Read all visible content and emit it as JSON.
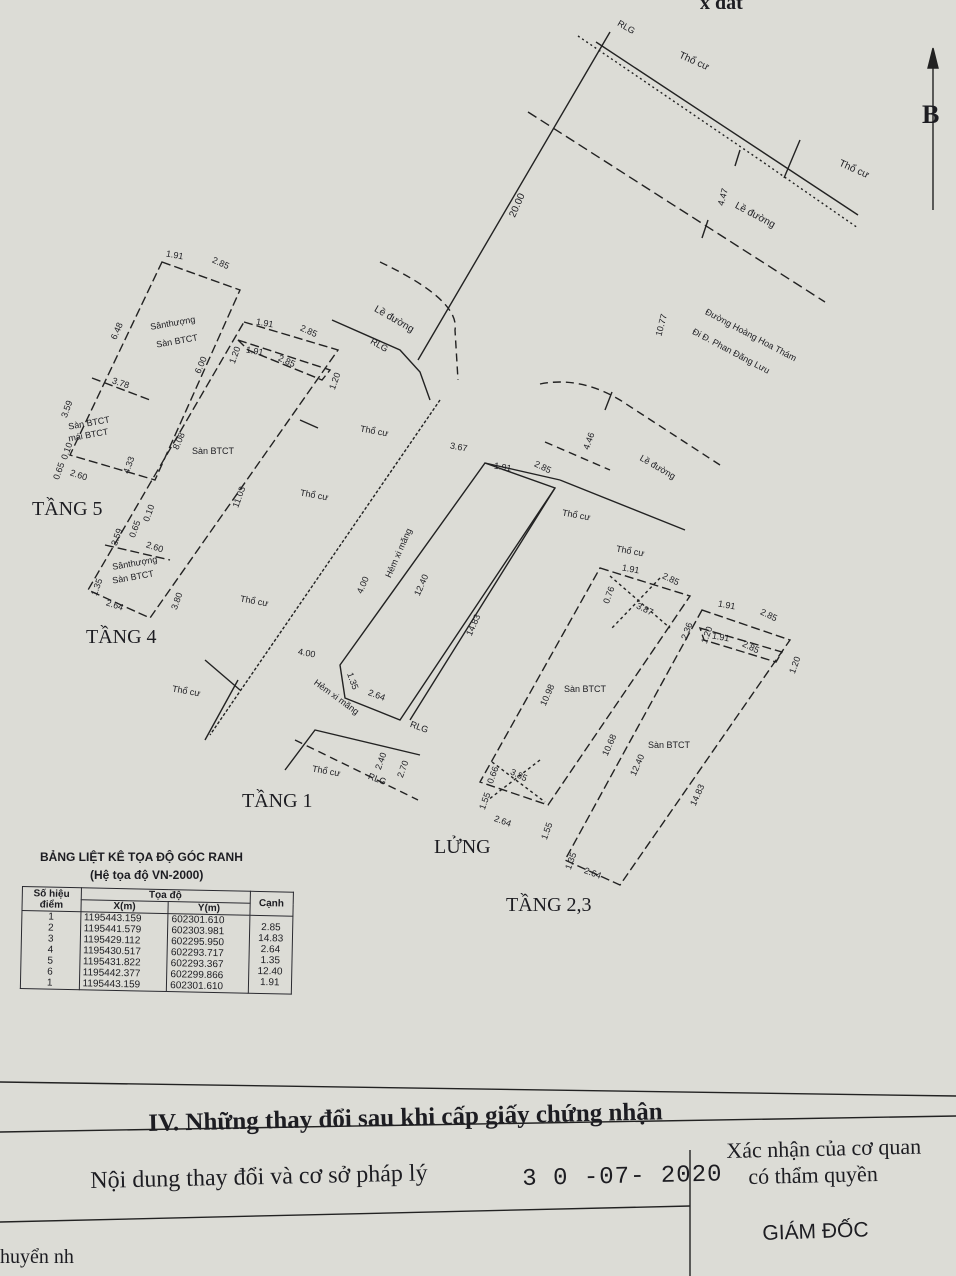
{
  "header": {
    "partial_title": "x đất"
  },
  "north_label": "B",
  "plan_labels": {
    "rlg": "RLG",
    "tho_cu": "Thổ cư",
    "le_duong": "Lề đường",
    "ham_xi_mang": "Hẻm xi măng",
    "street_line1": "Đường Hoàng Hoa Thám",
    "street_line2": "Đi Đ. Phan Đăng Lưu",
    "san_btct": "Sàn BTCT",
    "san_thuong": "Sânthượng",
    "mai_btct": "mái BTCT"
  },
  "dimensions": {
    "d20_00": "20.00",
    "d4_47": "4.47",
    "d10_77": "10.77",
    "d4_46": "4.46",
    "d3_67": "3.67",
    "d1_91": "1.91",
    "d2_85": "2.85",
    "d12_40": "12.40",
    "d14_83": "14.83",
    "d4_00": "4.00",
    "d1_35": "1.35",
    "d2_64": "2.64",
    "d2_40": "2.40",
    "d2_70": "2.70",
    "d6_48": "6.48",
    "d6_00": "6.00",
    "d3_59": "3.59",
    "d3_78": "3.78",
    "d0_10": "0.10",
    "d0_65": "0.65",
    "d2_60": "2.60",
    "d4_33": "4.33",
    "d1_20": "1.20",
    "d8_08": "8.08",
    "d11_03": "11.03",
    "d3_80": "3.80",
    "d0_76": "0.76",
    "d3_87": "3.87",
    "d2_36": "2.36",
    "d10_98": "10.98",
    "d10_68": "10.68",
    "d0_66": "0.66",
    "d3_85": "3.85",
    "d1_55": "1.55"
  },
  "floors": {
    "tang5": "TẦNG 5",
    "tang4": "TẦNG 4",
    "tang1": "TẦNG 1",
    "lung": "LỬNG",
    "tang23": "TẦNG 2,3"
  },
  "coord_table": {
    "title": "BẢNG LIỆT KÊ TỌA ĐỘ GÓC RANH",
    "subtitle": "(Hệ tọa độ VN-2000)",
    "headers": {
      "point_line1": "Số hiệu",
      "point_line2": "điểm",
      "coord": "Tọa độ",
      "x": "X(m)",
      "y": "Y(m)",
      "edge": "Cạnh"
    },
    "points": [
      "1",
      "2",
      "3",
      "4",
      "5",
      "6",
      "1"
    ],
    "x": [
      "1195443.159",
      "1195441.579",
      "1195429.112",
      "1195430.517",
      "1195431.822",
      "1195442.377",
      "1195443.159"
    ],
    "y": [
      "602301.610",
      "602303.981",
      "602295.950",
      "602293.717",
      "602293.367",
      "602299.866",
      "602301.610"
    ],
    "edges": [
      "2.85",
      "14.83",
      "2.64",
      "1.35",
      "12.40",
      "1.91"
    ]
  },
  "section4": {
    "title": "IV. Những thay đổi sau khi cấp giấy chứng nhận",
    "content_label": "Nội dung thay đổi và cơ sở pháp lý",
    "date": "3 0 -07-  2020",
    "confirm_line1": "Xác nhận của cơ quan",
    "confirm_line2": "có thẩm quyền",
    "director": "GIÁM ĐỐC",
    "partial_text": "huyển nh"
  }
}
